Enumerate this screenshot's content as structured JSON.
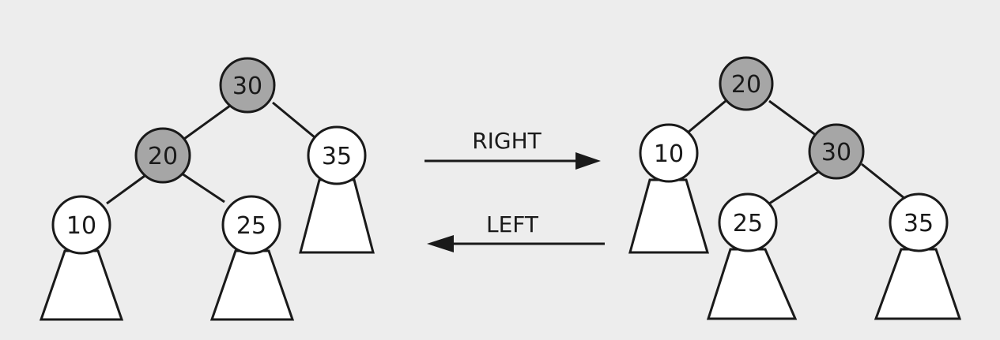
{
  "colors": {
    "background": "#ededed",
    "stroke": "#1a1a1a",
    "highlight_fill": "#a6a6a6",
    "plain_fill": "#ffffff"
  },
  "left_tree": {
    "nodes": {
      "n30": {
        "label": "30",
        "highlighted": true
      },
      "n20": {
        "label": "20",
        "highlighted": true
      },
      "n35": {
        "label": "35",
        "highlighted": false
      },
      "n10": {
        "label": "10",
        "highlighted": false
      },
      "n25": {
        "label": "25",
        "highlighted": false
      }
    }
  },
  "right_tree": {
    "nodes": {
      "n20": {
        "label": "20",
        "highlighted": true
      },
      "n10": {
        "label": "10",
        "highlighted": false
      },
      "n30": {
        "label": "30",
        "highlighted": true
      },
      "n25": {
        "label": "25",
        "highlighted": false
      },
      "n35": {
        "label": "35",
        "highlighted": false
      }
    }
  },
  "arrows": {
    "right_label": "RIGHT",
    "left_label": "LEFT"
  }
}
